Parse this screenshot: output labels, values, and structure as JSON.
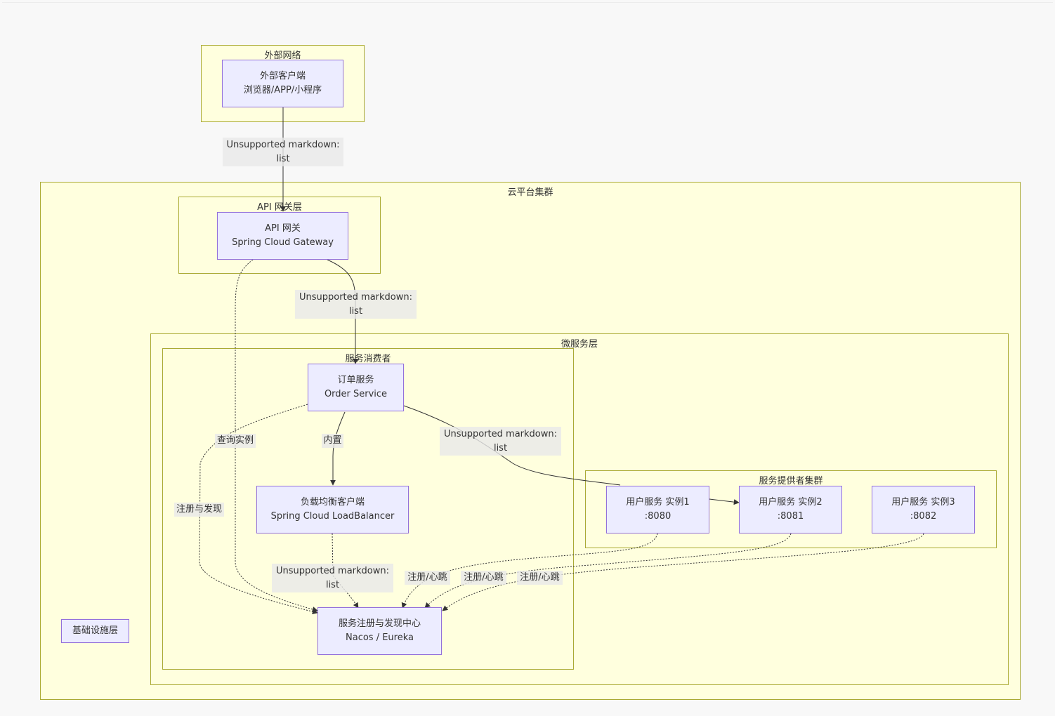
{
  "clusters": {
    "external": "外部网络",
    "cloud": "云平台集群",
    "gateway_layer": "API 网关层",
    "microservice_layer": "微服务层",
    "consumers": "服务消费者",
    "providers": "服务提供者集群"
  },
  "nodes": {
    "client": {
      "line1": "外部客户端",
      "line2": "浏览器/APP/小程序"
    },
    "gateway": {
      "line1": "API 网关",
      "line2": "Spring Cloud Gateway"
    },
    "order": {
      "line1": "订单服务",
      "line2": "Order Service"
    },
    "lb": {
      "line1": "负载均衡客户端",
      "line2": "Spring Cloud LoadBalancer"
    },
    "registry": {
      "line1": "服务注册与发现中心",
      "line2": "Nacos / Eureka"
    },
    "user1": {
      "line1": "用户服务 实例1",
      "line2": ":8080"
    },
    "user2": {
      "line1": "用户服务 实例2",
      "line2": ":8081"
    },
    "user3": {
      "line1": "用户服务 实例3",
      "line2": ":8082"
    },
    "infra": {
      "line1": "基础设施层"
    }
  },
  "edge_labels": {
    "client_gateway": {
      "line1": "Unsupported markdown:",
      "line2": "list"
    },
    "gateway_order": {
      "line1": "Unsupported markdown:",
      "line2": "list"
    },
    "order_user": {
      "line1": "Unsupported markdown:",
      "line2": "list"
    },
    "lb_registry": {
      "line1": "Unsupported markdown:",
      "line2": "list"
    },
    "builtin": "内置",
    "query_instances": "查询实例",
    "register_discover": "注册与发现",
    "heartbeat1": "注册/心跳",
    "heartbeat2": "注册/心跳",
    "heartbeat3": "注册/心跳"
  },
  "colors": {
    "cluster_fill": "#ffffde",
    "cluster_border": "#aaaa33",
    "node_fill": "#ececff",
    "node_border": "#9370db",
    "edge": "#333333"
  }
}
